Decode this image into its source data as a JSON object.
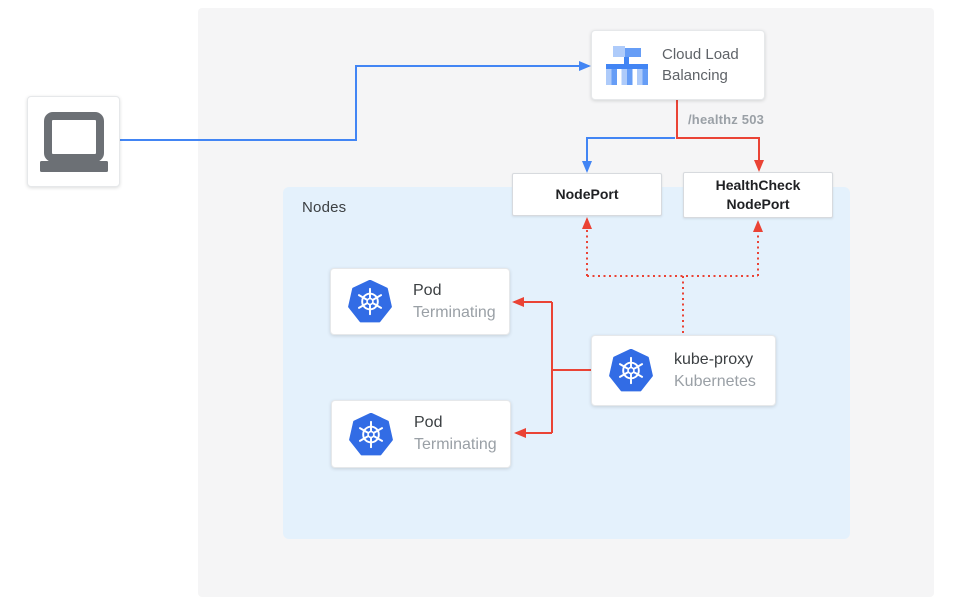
{
  "diagram_title": "kubernetes-external-load-balancer-health-check",
  "client": {
    "icon": "laptop-icon"
  },
  "cloud_load_balancing": {
    "line1": "Cloud Load",
    "line2": "Balancing",
    "icon": "cloud-load-balancing-icon"
  },
  "edge_labels": {
    "healthz": "/healthz 503"
  },
  "nodeport": {
    "label": "NodePort"
  },
  "healthcheck_nodeport": {
    "line1": "HealthCheck",
    "line2": "NodePort"
  },
  "nodes_panel": {
    "label": "Nodes"
  },
  "pods": [
    {
      "title": "Pod",
      "subtitle": "Terminating",
      "icon": "kubernetes-icon"
    },
    {
      "title": "Pod",
      "subtitle": "Terminating",
      "icon": "kubernetes-icon"
    }
  ],
  "kube_proxy": {
    "title": "kube-proxy",
    "subtitle": "Kubernetes",
    "icon": "kubernetes-icon"
  },
  "colors": {
    "traffic_blue": "#4285f4",
    "healthcheck_red": "#ea4335",
    "kubernetes_blue": "#326ce5",
    "nodes_panel_bg": "#e4f1fc",
    "outer_panel_bg": "#f5f5f6",
    "icon_blue_light": "#aecbfa",
    "icon_blue_medium": "#669df6",
    "text_dark": "#3c4043",
    "text_gray": "#9aa0a6"
  }
}
